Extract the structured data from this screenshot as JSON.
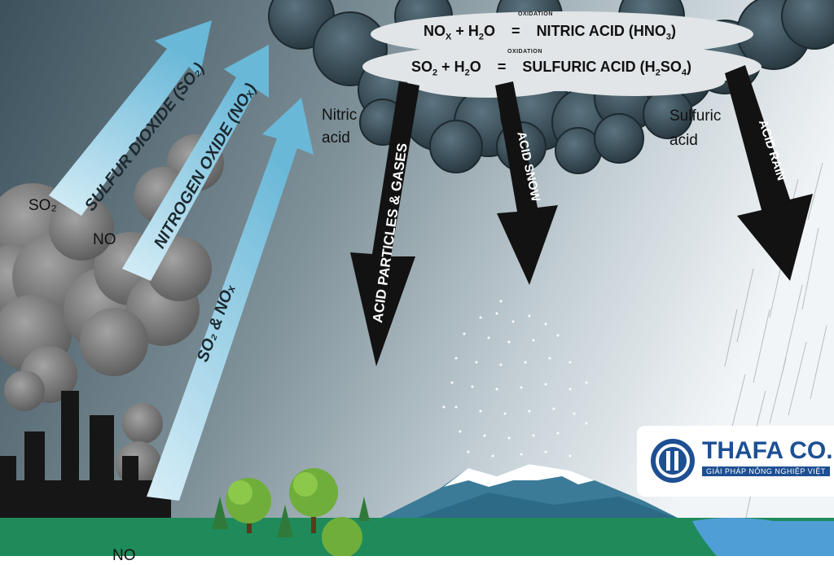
{
  "equations": {
    "nitric": {
      "left": "NO",
      "left_sub": "X",
      "plus": "+ H",
      "h_sub": "2",
      "o": "O",
      "eq": "=",
      "right": "NITRIC ACID (HNO",
      "right_sub": "3",
      "close": ")",
      "over": "OXIDATION"
    },
    "sulfuric": {
      "left": "SO",
      "left_sub": "2",
      "plus": "+ H",
      "h_sub": "2",
      "o": "O",
      "eq": "=",
      "right": "SULFURIC ACID (H",
      "right_sub": "2",
      "mid": "SO",
      "mid_sub": "4",
      "close": ")",
      "over": "OXIDATION"
    }
  },
  "labels": {
    "nitric_acid": [
      "Nitric",
      "acid"
    ],
    "sulfuric_acid": [
      "Sulfuric",
      "acid"
    ],
    "so2": "SO₂",
    "no": "NO",
    "no_bottom": "NO"
  },
  "arrows": {
    "sulfur_dioxide": "SULFUR DIOXIDE (SO₂)",
    "nitrogen_oxide": "NITROGEN OXIDE (NOₓ)",
    "so2_nox": "SO₂ & NOₓ",
    "acid_particles": "ACID PARTICLES & GASES",
    "acid_snow": "ACID SNOW",
    "acid_rain": "ACID RAIN"
  },
  "logo": {
    "name": "THAFA CO.",
    "tagline": "GIẢI PHÁP NÔNG NGHIỆP VIỆT"
  },
  "colors": {
    "sky_top": "#3a4d57",
    "sky_right": "#e8eef2",
    "ground": "#1f8a5a",
    "water": "#4f9fd6",
    "arrow_up": "#7fc4de",
    "brand": "#1d4f93"
  }
}
